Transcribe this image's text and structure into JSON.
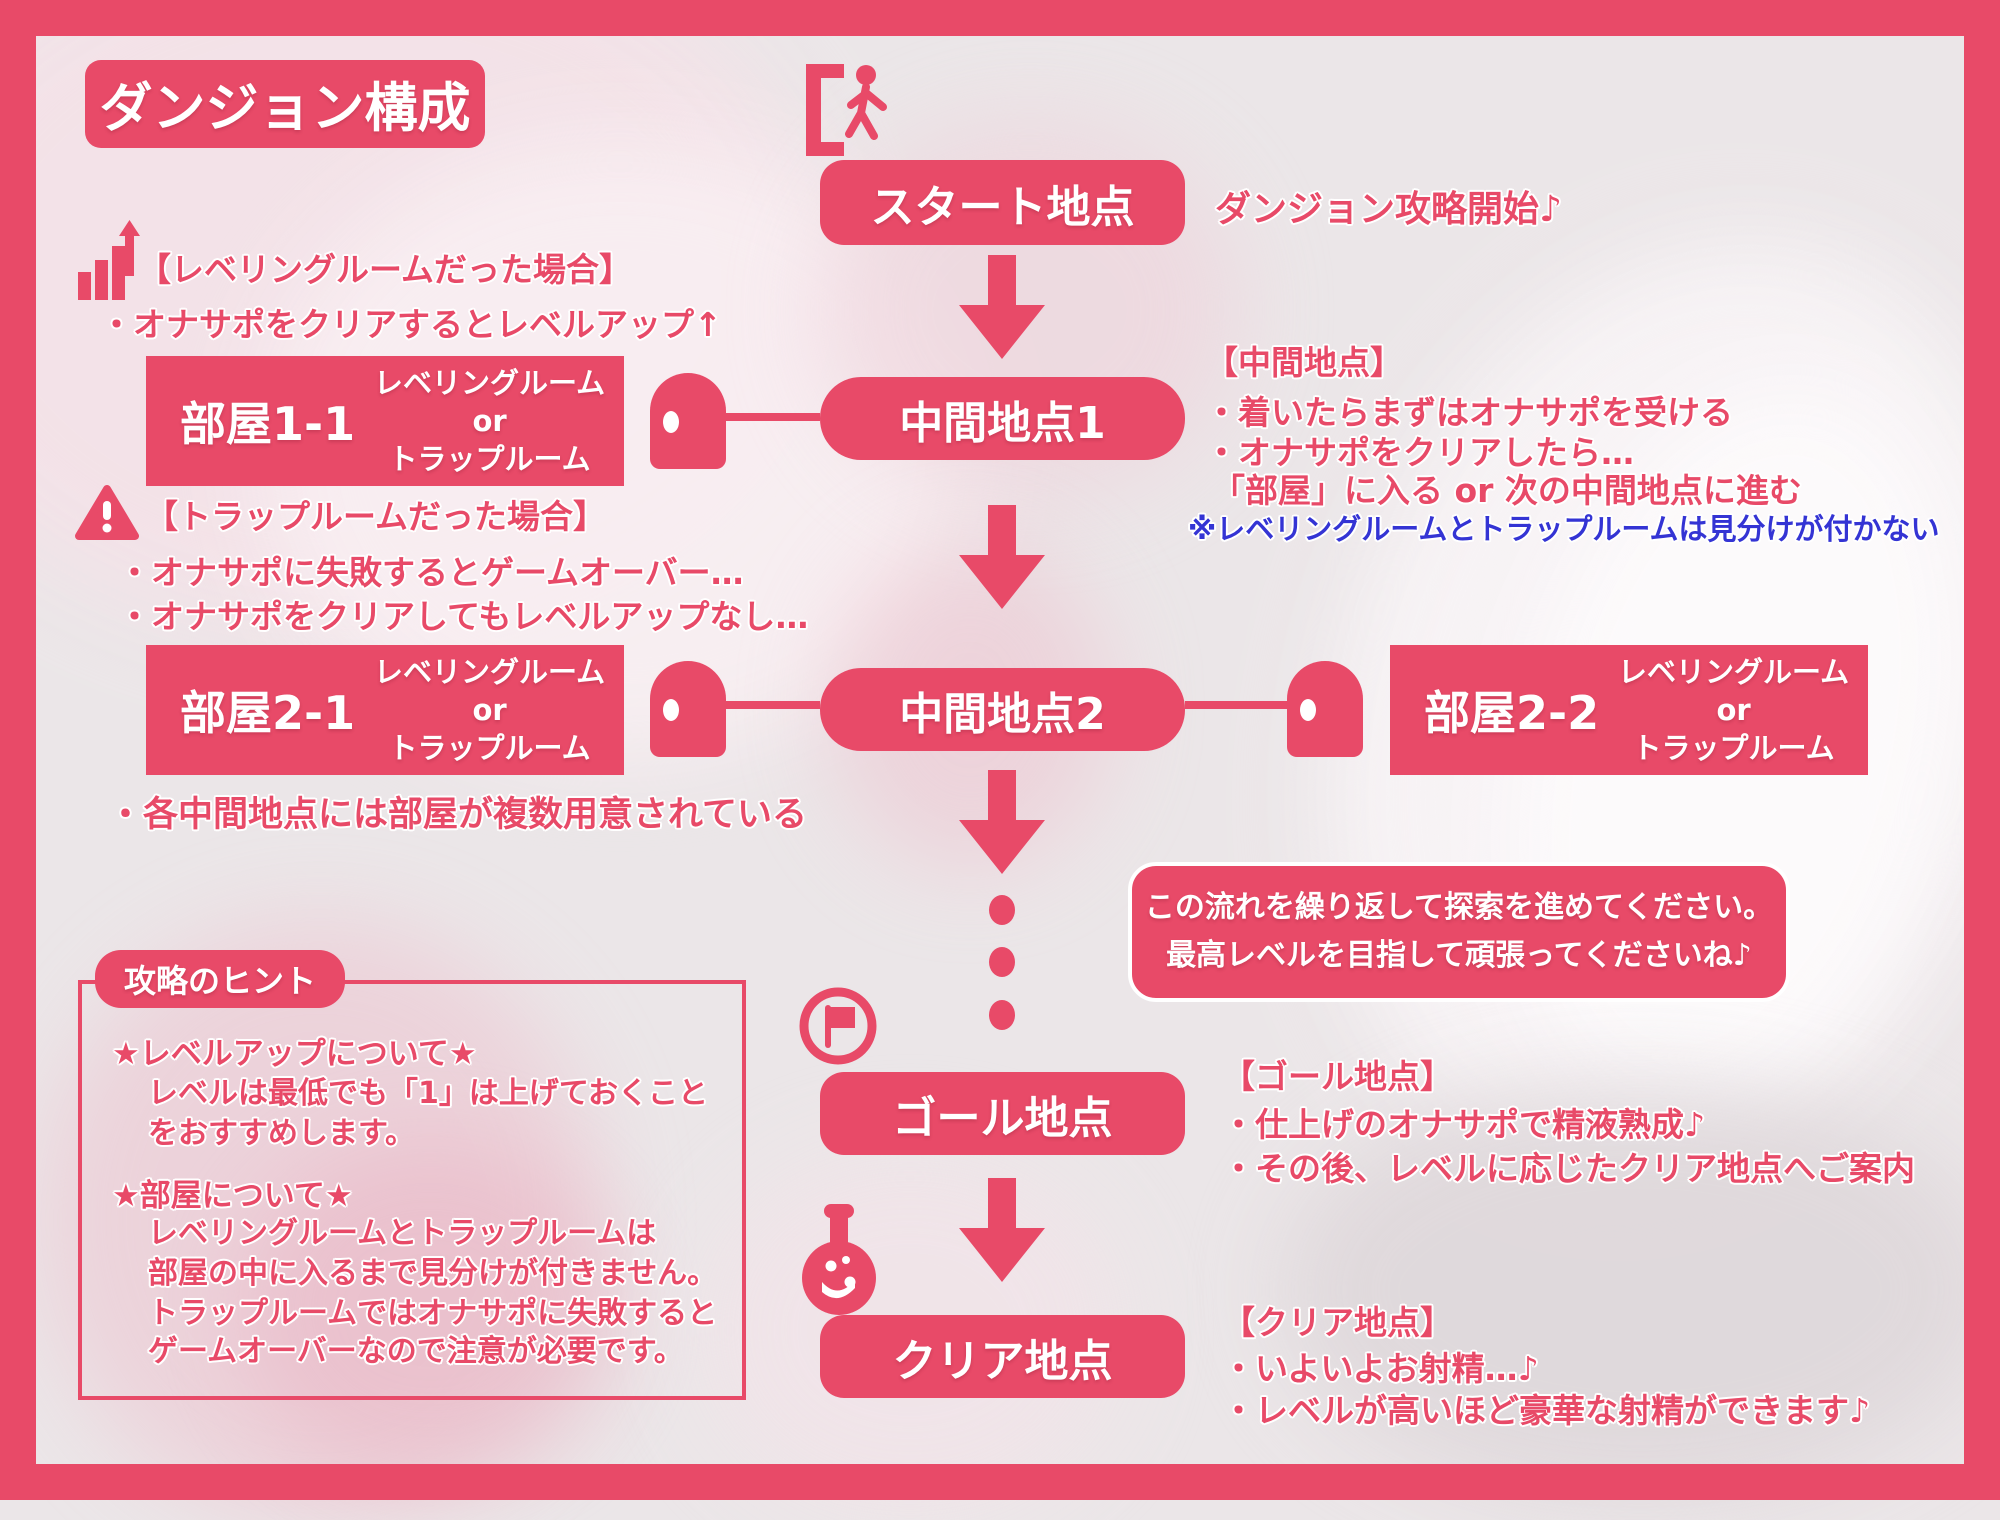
{
  "title": "ダンジョン構成",
  "colors": {
    "accent": "#e84a68",
    "caution_blue": "#3434d4",
    "background": "#ebe6e8"
  },
  "flow": {
    "start_label": "スタート地点",
    "start_note": "ダンジョン攻略開始♪",
    "mid1_label": "中間地点1",
    "mid2_label": "中間地点2",
    "goal_label": "ゴール地点",
    "clear_label": "クリア地点",
    "repeat_line1": "この流れを繰り返して探索を進めてください。",
    "repeat_line2": "最高レベルを目指して頑張ってくださいね♪"
  },
  "rooms": {
    "r11": "部屋1-1",
    "r21": "部屋2-1",
    "r22": "部屋2-2",
    "type_top": "レベリングルーム",
    "type_mid": "or",
    "type_bottom": "トラップルーム"
  },
  "notes": {
    "leveling": {
      "heading": "【レベリングルームだった場合】",
      "line1": "・オナサポをクリアするとレベルアップ↑"
    },
    "trap": {
      "heading": "【トラップルームだった場合】",
      "line1": "・オナサポに失敗するとゲームオーバー…",
      "line2": "・オナサポをクリアしてもレベルアップなし…"
    },
    "midpoint": {
      "heading": "【中間地点】",
      "line1": "・着いたらまずはオナサポを受ける",
      "line2": "・オナサポをクリアしたら…",
      "line3": "「部屋」に入る or 次の中間地点に進む",
      "caution": "※レベリングルームとトラップルームは見分けが付かない"
    },
    "rooms_note": "・各中間地点には部屋が複数用意されている",
    "goal": {
      "heading": "【ゴール地点】",
      "line1": "・仕上げのオナサポで精液熟成♪",
      "line2": "・その後、レベルに応じたクリア地点へご案内"
    },
    "clear": {
      "heading": "【クリア地点】",
      "line1": "・いよいよお射精…♪",
      "line2": "・レベルが高いほど豪華な射精ができます♪"
    }
  },
  "hints": {
    "title": "攻略のヒント",
    "s1_title": "★レベルアップについて★",
    "s1_line1": "レベルは最低でも「1」は上げておくこと",
    "s1_line2": "をおすすめします。",
    "s2_title": "★部屋について★",
    "s2_line1": "レベリングルームとトラップルームは",
    "s2_line2": "部屋の中に入るまで見分けが付きません。",
    "s2_line3": "トラップルームではオナサポに失敗すると",
    "s2_line4": "ゲームオーバーなので注意が必要です。"
  }
}
